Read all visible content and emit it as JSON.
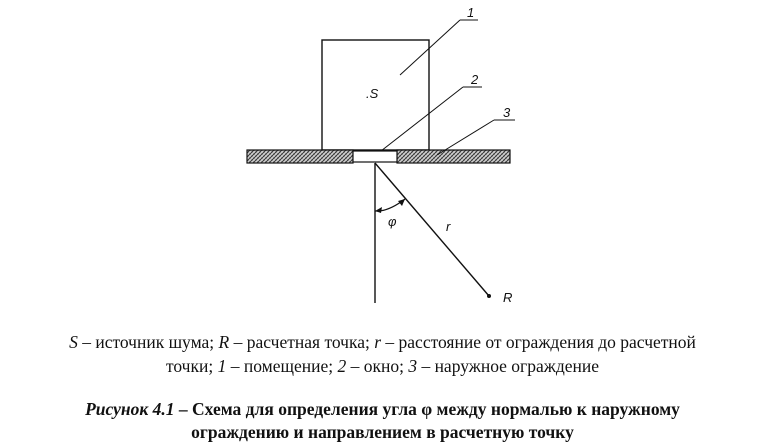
{
  "diagram": {
    "callouts": [
      "1",
      "2",
      "3"
    ],
    "source_label": ".S",
    "angle_label": "φ",
    "distance_label": "r",
    "point_label": "R"
  },
  "legend": {
    "line1": {
      "s_sym": "S",
      "s_text": " – источник шума; ",
      "r_sym": "R",
      "r_text": " – расчетная точка; ",
      "rr_sym": "r",
      "rr_text": " – расстояние от ограждения до расчетной"
    },
    "line2": {
      "t0": "точки; ",
      "n1": "1",
      "t1": " – помещение; ",
      "n2": "2",
      "t2": " – окно; ",
      "n3": "3",
      "t3": " – наружное ограждение"
    }
  },
  "caption": {
    "label": "Рисунок 4.1",
    "line1": " – Схема для определения угла φ между нормалью к наружному",
    "line2": "ограждению и направлением в расчетную точку"
  }
}
